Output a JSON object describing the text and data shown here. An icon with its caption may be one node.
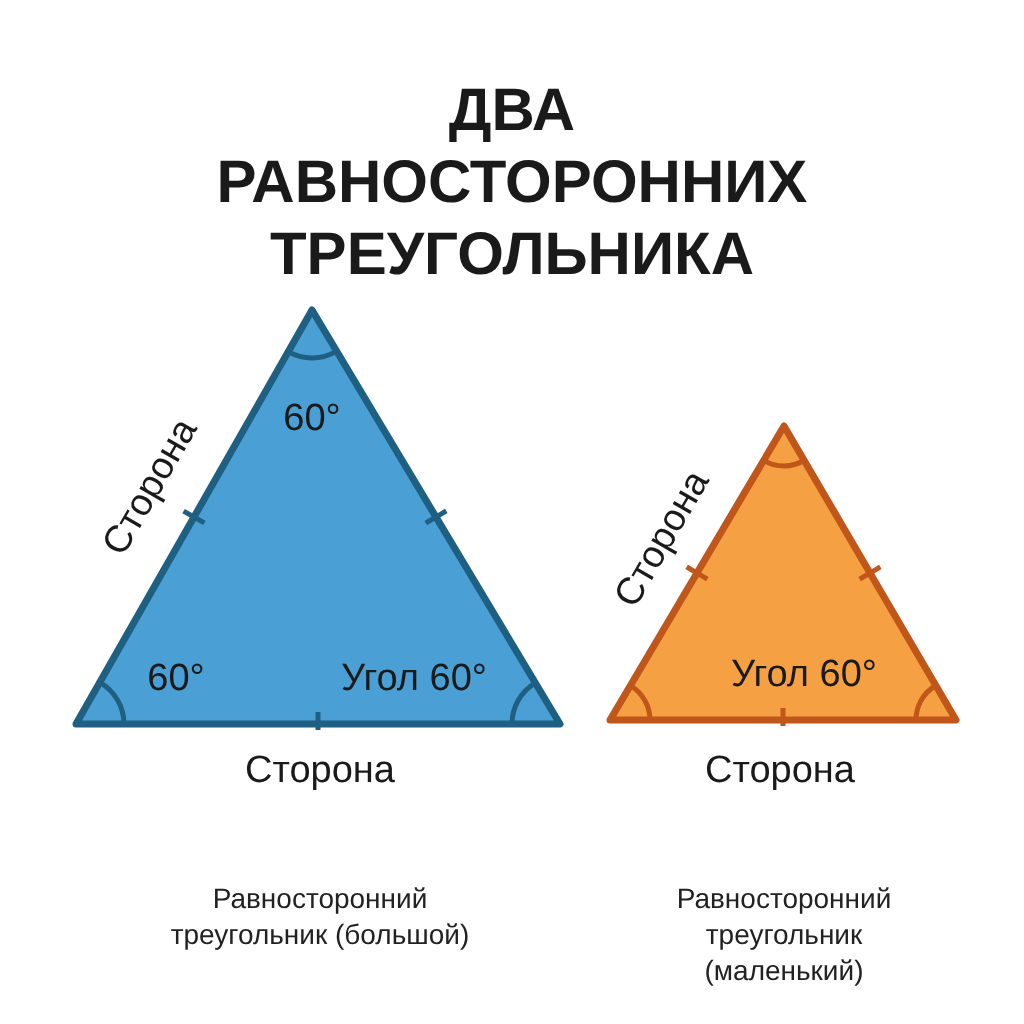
{
  "diagram": {
    "title": "ДВА РАВНОСТОРОННИХ ТРЕУГОЛЬНИКА",
    "nodes": [
      {
        "text": [
          "60°",
          "60°",
          "Угол 60°"
        ],
        "beside": [
          "Сторона",
          "Сторона",
          "Равносторонний треугольник (большой)"
        ]
      },
      {
        "text": [
          "Угол 60°"
        ],
        "beside": [
          "Сторона",
          "Сторона",
          "Равносторонний треугольник (маленький)"
        ]
      }
    ]
  }
}
